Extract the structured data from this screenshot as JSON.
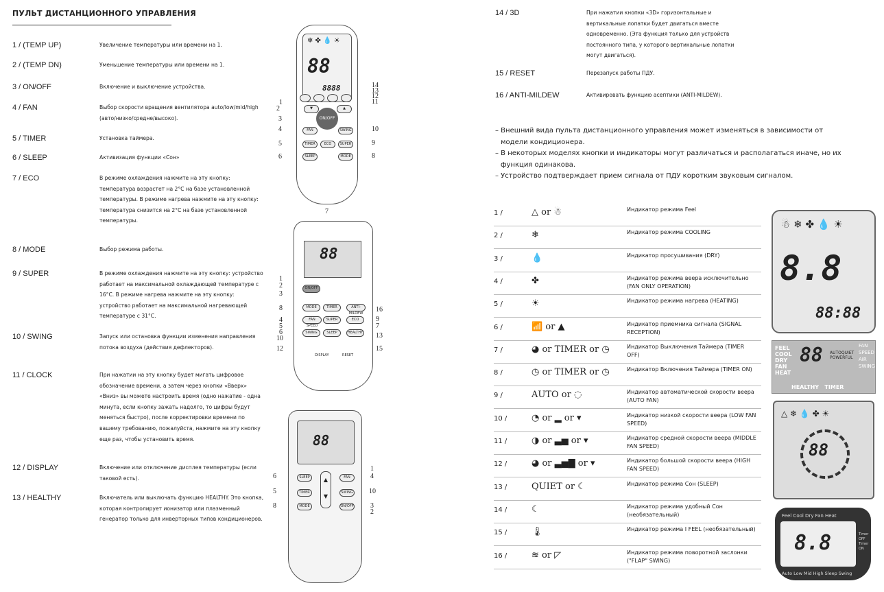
{
  "title": "ПУЛЬТ ДИСТАНЦИОННОГО УПРАВЛЕНИЯ",
  "left_items": [
    {
      "key": "1 / (TEMP UP)",
      "desc": "Увеличение температуры или времени на 1."
    },
    {
      "key": "2 / (TEMP DN)",
      "desc": "Уменьшение температуры или времени на 1."
    },
    {
      "key": "3 / ON/OFF",
      "desc": "Включение и выключение устройства."
    },
    {
      "key": "4 / FAN",
      "desc": "Выбор скорости вращения вентилятора auto/low/mid/high (авто/низко/средне/высоко)."
    },
    {
      "key": "5 / TIMER",
      "desc": "Установка таймера."
    },
    {
      "key": "6 / SLEEP",
      "desc": "Активизация функции «Сон»"
    },
    {
      "key": "7 / ECO",
      "desc": "В режиме охлаждения нажмите на эту кнопку: температура возрастет на 2°C на базе установленной температуры. В режиме нагрева нажмите на эту кнопку: температура снизится на 2°C на базе установленной температуры."
    },
    {
      "key": "8 / MODE",
      "desc": "Выбор режима работы."
    },
    {
      "key": "9 / SUPER",
      "desc": "В режиме охлаждения нажмите на эту кнопку: устройство работает на максимальной охлаждающей температуре с 16°C. В режиме нагрева нажмите на эту кнопку: устройство работает на максимальной нагревающей температуре с 31°C."
    },
    {
      "key": "10 / SWING",
      "desc": "Запуск или остановка функции изменения направления потока воздуха (действия дефлекторов)."
    },
    {
      "key": "11 / CLOCK",
      "desc": "При нажатии на эту кнопку будет мигать цифровое обозначение времени, а затем через кнопки «Вверх» «Вниз» вы можете настроить время (одно нажатие - одна минута, если кнопку зажать надолго, то цифры будут меняться быстро), после корректировки времени по вашему требованию, пожалуйста, нажмите на эту кнопку еще раз, чтобы установить время."
    },
    {
      "key": "12 / DISPLAY",
      "desc": "Включение или отключение дисплея температуры (если таковой есть)."
    },
    {
      "key": "13 / HEALTHY",
      "desc": "Включатель или выключать функцию HEALTHY. Это кнопка, которая контролирует ионизатор или плазменный генератор только для инверторных типов кондиционеров."
    }
  ],
  "right_items": [
    {
      "key": "14 / 3D",
      "desc": "При нажатии кнопки «3D» горизонтальные и вертикальные лопатки будет двигаться вместе одновременно. (Эта функция только для устройств постоянного типа, у которого вертикальные лопатки могут двигаться)."
    },
    {
      "key": "15 / RESET",
      "desc": "Перезапуск работы ПДУ."
    },
    {
      "key": "16 / ANTI-MILDEW",
      "desc": "Активировать функцию асептики (ANTI-MILDEW)."
    }
  ],
  "notes": [
    "– Внешний вида пульта дистанционного управления может изменяться в зависимости от модели кондиционера.",
    "– В некоторых моделях кнопки и индикаторы могут различаться и располагаться иначе, но их функция одинакова.",
    "– Устройство подтверждает прием сигнала от ПДУ коротким звуковым сигналом."
  ],
  "indicators": [
    {
      "num": "1 /",
      "sym": "△ or ☃",
      "text": "Индикатор режима Feel"
    },
    {
      "num": "2 /",
      "sym": "❄",
      "text": "Индикатор режима COOLING"
    },
    {
      "num": "3 /",
      "sym": "💧",
      "text": "Индикатор просушивания (DRY)"
    },
    {
      "num": "4 /",
      "sym": "✤",
      "text": "Индикатор режима веера исключительно (FAN ONLY OPERATION)"
    },
    {
      "num": "5 /",
      "sym": "☀",
      "text": "Индикатор режима нагрева (HEATING)"
    },
    {
      "num": "6 /",
      "sym": "📶 or ▲",
      "text": "Индикатор приемника сигнала (SIGNAL RECEPTION)"
    },
    {
      "num": "7 /",
      "sym": "◕ or TIMER or ◷",
      "text": "Индикатор Выключения Таймера (TIMER OFF)"
    },
    {
      "num": "8 /",
      "sym": "◷ or TIMER or ◷",
      "text": "Индикатор Включения Таймера (TIMER ON)"
    },
    {
      "num": "9 /",
      "sym": "AUTO or ◌",
      "text": "Индикатор автоматической скорости веера (AUTO FAN)"
    },
    {
      "num": "10 /",
      "sym": "◔ or ▂ or ▾",
      "text": "Индикатор низкой скорости веера (LOW FAN SPEED)"
    },
    {
      "num": "11 /",
      "sym": "◑ or ▃▅ or ▾",
      "text": "Индикатор средной скорости веера (MIDDLE FAN SPEED)"
    },
    {
      "num": "12 /",
      "sym": "◕ or ▃▅▇ or ▾",
      "text": "Индикатор большой скорости веера (HIGH FAN SPEED)"
    },
    {
      "num": "13 /",
      "sym": "QUIET or ☾",
      "text": "Индикатор режима Сон (SLEEP)"
    },
    {
      "num": "14 /",
      "sym": "☾",
      "text": "Индикатор режима удобный Сон (необязательный)"
    },
    {
      "num": "15 /",
      "sym": "🌡",
      "text": "Индикатор режима I FEEL (необязательный)"
    },
    {
      "num": "16 /",
      "sym": "≋ or ◸",
      "text": "Индикатор режима поворотной заслонки (\"FLAP\" SWING)"
    }
  ],
  "remote1": {
    "buttons": {
      "onoff": "ON/OFF",
      "fan": "FAN",
      "swing": "SWING",
      "timer": "TIMER",
      "eco": "ECO",
      "super": "SUPER",
      "sleep": "SLEEP",
      "mode": "MODE"
    },
    "display": "88",
    "clock": "8888",
    "callouts_left": [
      "1",
      "2",
      "3",
      "4",
      "5",
      "6"
    ],
    "callouts_right": [
      "14",
      "13",
      "12",
      "11",
      "10",
      "9",
      "8"
    ],
    "callout_bottom": "7"
  },
  "remote2": {
    "buttons": {
      "onoff": "ON/OFF",
      "mode": "MODE",
      "timer": "TIMER",
      "antimildew": "ANTI-MILDEW",
      "fanspeed": "FAN SPEED",
      "super": "SUPER",
      "eco": "ECO",
      "swing": "SWING",
      "sleep": "SLEEP",
      "healthy": "HEALTHY",
      "display": "DISPLAY",
      "reset": "RESET"
    },
    "display": "88",
    "callouts_left": [
      "1",
      "2",
      "3",
      "8",
      "4",
      "5",
      "6",
      "10",
      "12"
    ],
    "callouts_right": [
      "16",
      "9",
      "7",
      "13",
      "15"
    ]
  },
  "remote3": {
    "buttons": {
      "sleep": "SLEEP",
      "timer": "TIMER",
      "mode": "MODE",
      "fan": "FAN",
      "swing": "SWING",
      "onoff": "ON/OFF"
    },
    "display": "88",
    "callouts_left": [
      "6",
      "5",
      "8"
    ],
    "callouts_right": [
      "1",
      "4",
      "10",
      "3",
      "2"
    ]
  },
  "lcd1": {
    "big": "8.8",
    "clock": "88:88"
  },
  "lcd2": {
    "big": "88",
    "labels_left": [
      "FEEL",
      "COOL",
      "DRY",
      "FAN",
      "HEAT"
    ],
    "labels_right": [
      "FAN",
      "SPEED",
      "AIR",
      "SWING"
    ],
    "bottom": "HEALTHY   TIMER",
    "mid": "AUTOQUIET POWERFUL"
  },
  "lcd3": {
    "big": "88"
  },
  "lcd4": {
    "top": "Feel Cool Dry Fan Heat",
    "big": "8.8",
    "bottom": "Auto Low Mid High Sleep Swing",
    "side": [
      "Timer",
      "OFF",
      "Timer",
      "ON"
    ]
  }
}
